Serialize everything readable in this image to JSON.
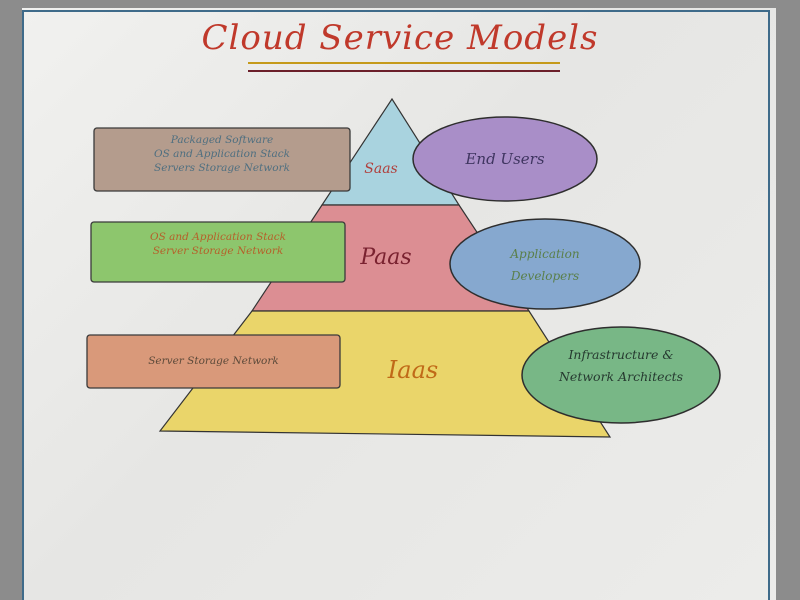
{
  "title": "Cloud Service Models",
  "colors": {
    "title": "#c0392b",
    "border": "#3f6b8a",
    "saas": "#a9d3df",
    "paas": "#dc8e93",
    "iaas": "#ead56a",
    "box_saas": "#b49c8d",
    "box_paas": "#8dc66d",
    "box_iaas": "#d9997a",
    "oval_end_users": "#a98ec8",
    "oval_app_devs": "#86a8cf",
    "oval_infra": "#78b786"
  },
  "pyramid": {
    "saas": {
      "label": "Saas"
    },
    "paas": {
      "label": "Paas"
    },
    "iaas": {
      "label": "Iaas"
    }
  },
  "boxes": {
    "saas": {
      "lines": [
        "Packaged Software",
        "OS and Application Stack",
        "Servers Storage Network"
      ]
    },
    "paas": {
      "lines": [
        "OS and Application Stack",
        "Server Storage Network"
      ]
    },
    "iaas": {
      "lines": [
        "Server Storage Network"
      ]
    }
  },
  "ovals": {
    "end_users": {
      "lines": [
        "End Users"
      ]
    },
    "app_developers": {
      "lines": [
        "Application",
        "Developers"
      ]
    },
    "infra_architects": {
      "lines": [
        "Infrastructure &",
        "Network Architects"
      ]
    }
  }
}
